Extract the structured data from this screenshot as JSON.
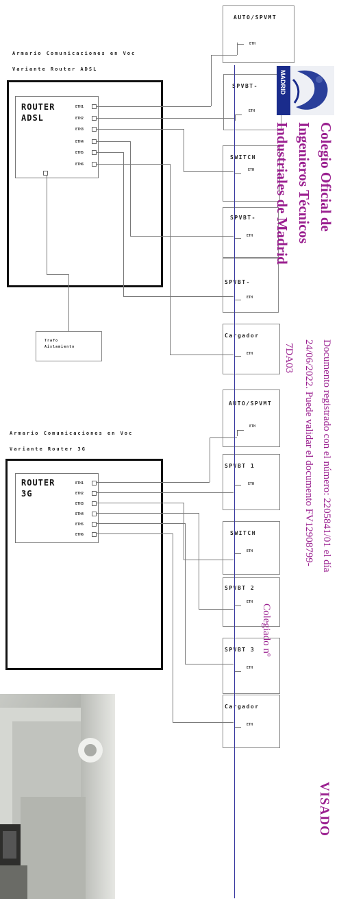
{
  "diagram": {
    "adsl": {
      "heading_line1": "Armario Comunicaciones en Voc",
      "heading_line2": "Variante Router ADSL",
      "router_label_line1": "ROUTER",
      "router_label_line2": "ADSL",
      "ports": [
        "ETH1",
        "ETH2",
        "ETH3",
        "ETH4",
        "ETH5",
        "ETH6"
      ],
      "external_box_line1": "Trafo",
      "external_box_line2": "Aislamiento"
    },
    "g3": {
      "heading_line1": "Armario Comunicaciones en Voc",
      "heading_line2": "Variante Router 3G",
      "router_label_line1": "ROUTER",
      "router_label_line2": "3G",
      "ports": [
        "ETH1",
        "ETH2",
        "ETH3",
        "ETH4",
        "ETH5",
        "ETH6"
      ]
    },
    "devices_top": [
      "AUTO/SPVMT",
      "SPVBT-",
      "SWITCH",
      "SPVBT-",
      "SPVBT-",
      "Cargador"
    ],
    "devices_bottom": [
      "AUTO/SPVMT",
      "SPVBT 1",
      "SWITCH",
      "SPVBT 2",
      "SPVBT 3",
      "Cargador"
    ],
    "device_port_label": "ETH"
  },
  "stamp": {
    "colors": {
      "purple": "#9a1f8f",
      "blue": "#1a2c8c"
    },
    "logo_text": "MADRID",
    "college_line1": "Colegio Oficial de",
    "college_line2": "Ingenieros Técnicos",
    "college_line3": "Industriales de Madrid",
    "doc_line1": "Documento registrado con el número: 2205841/01 el día",
    "doc_line2": "24/06/2022. Puede validar el documento FV12908799-",
    "doc_line3": "7DA03",
    "colegiado": "Colegiado nº",
    "visado": "VISADO"
  }
}
